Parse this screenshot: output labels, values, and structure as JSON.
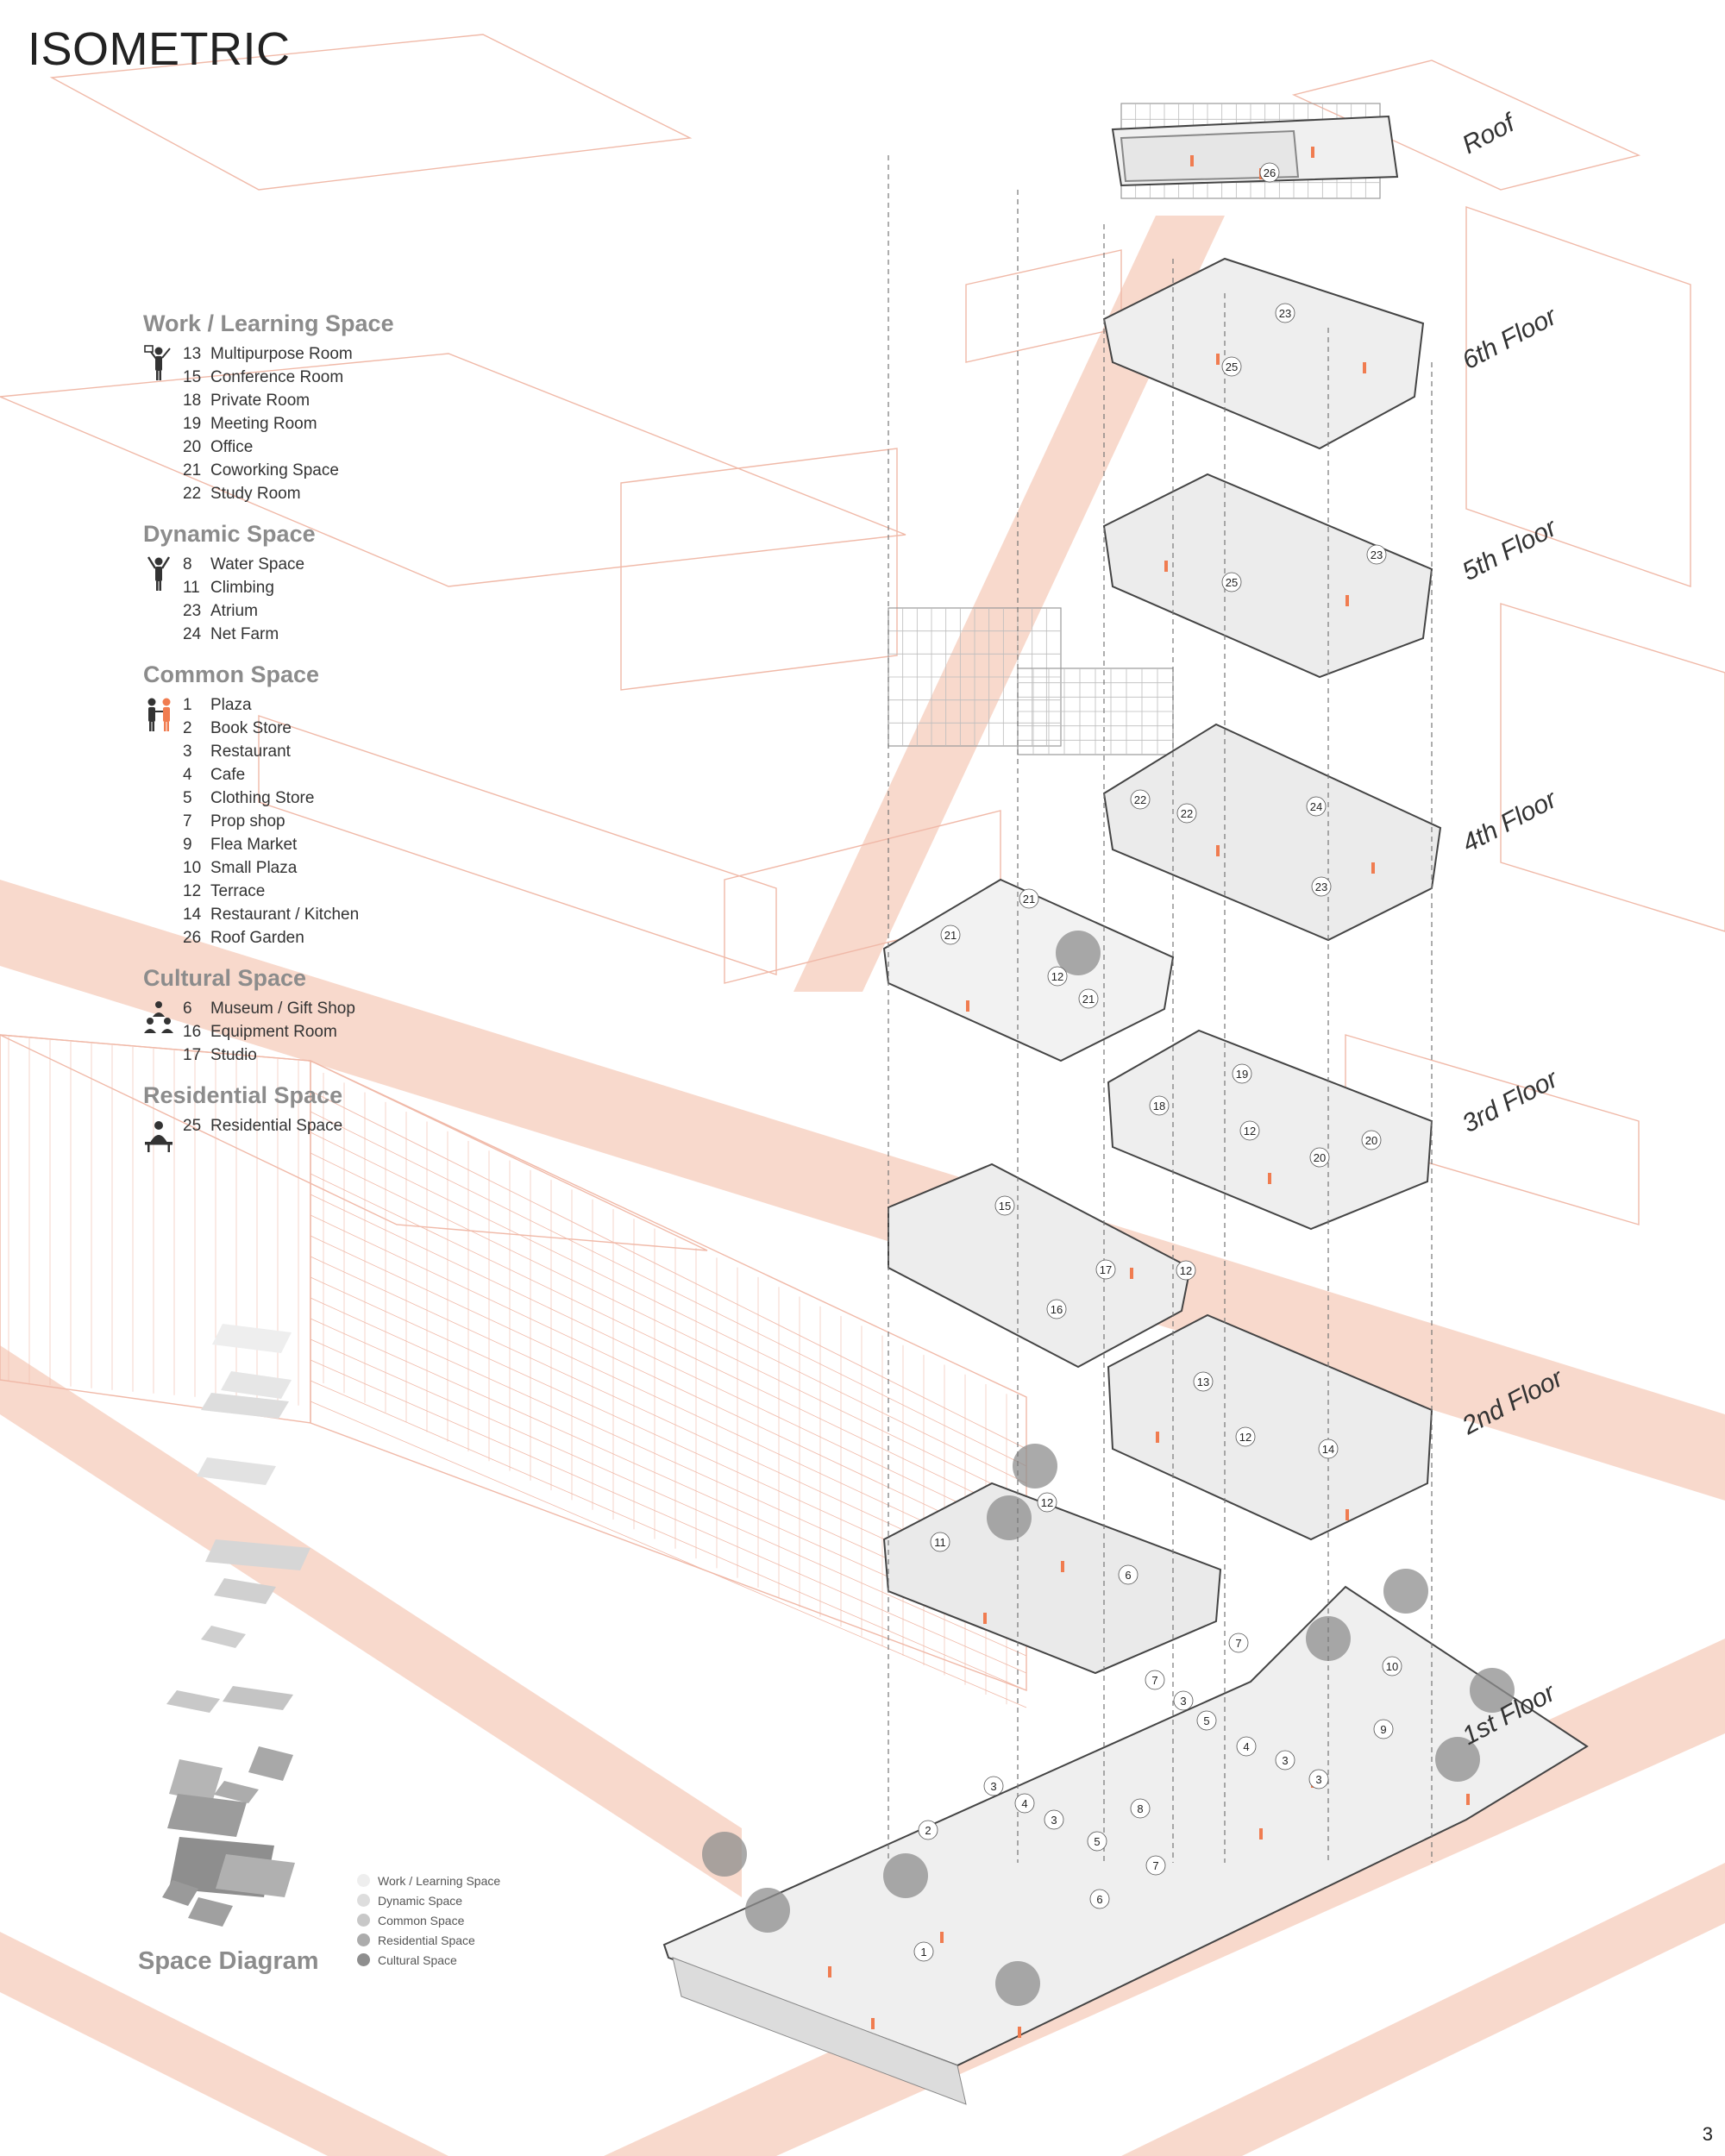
{
  "title": "ISOMETRIC",
  "page_number": "3",
  "colors": {
    "context_line": "#f0b9a8",
    "context_road": "#f8d9cc",
    "person": "#f07c50",
    "line": "#444444",
    "legend_heading": "#8c8c8c",
    "tree": "#8e8e8e"
  },
  "legend": [
    {
      "heading": "Work / Learning Space",
      "icon": "person-presenting-icon",
      "items": [
        {
          "num": "13",
          "label": "Multipurpose Room"
        },
        {
          "num": "15",
          "label": "Conference Room"
        },
        {
          "num": "18",
          "label": "Private Room"
        },
        {
          "num": "19",
          "label": "Meeting Room"
        },
        {
          "num": "20",
          "label": "Office"
        },
        {
          "num": "21",
          "label": "Coworking Space"
        },
        {
          "num": "22",
          "label": "Study Room"
        }
      ]
    },
    {
      "heading": "Dynamic Space",
      "icon": "person-cheering-icon",
      "items": [
        {
          "num": "8",
          "label": "Water Space"
        },
        {
          "num": "11",
          "label": "Climbing"
        },
        {
          "num": "23",
          "label": "Atrium"
        },
        {
          "num": "24",
          "label": "Net Farm"
        }
      ]
    },
    {
      "heading": "Common Space",
      "icon": "two-people-icon",
      "items": [
        {
          "num": "1",
          "label": "Plaza"
        },
        {
          "num": "2",
          "label": "Book Store"
        },
        {
          "num": "3",
          "label": "Restaurant"
        },
        {
          "num": "4",
          "label": "Cafe"
        },
        {
          "num": "5",
          "label": "Clothing Store"
        },
        {
          "num": "7",
          "label": "Prop shop"
        },
        {
          "num": "9",
          "label": "Flea  Market"
        },
        {
          "num": "10",
          "label": "Small Plaza"
        },
        {
          "num": "12",
          "label": "Terrace"
        },
        {
          "num": "14",
          "label": "Restaurant / Kitchen"
        },
        {
          "num": "26",
          "label": "Roof Garden"
        }
      ]
    },
    {
      "heading": "Cultural Space",
      "icon": "group-audience-icon",
      "items": [
        {
          "num": "6",
          "label": "Museum / Gift Shop"
        },
        {
          "num": "16",
          "label": "Equipment Room"
        },
        {
          "num": "17",
          "label": "Studio"
        }
      ]
    },
    {
      "heading": "Residential Space",
      "icon": "person-at-desk-icon",
      "items": [
        {
          "num": "25",
          "label": "Residential Space"
        }
      ]
    }
  ],
  "floors": [
    "Roof",
    "6th Floor",
    "5th Floor",
    "4th Floor",
    "3rd Floor",
    "2nd Floor",
    "1st Floor"
  ],
  "space_diagram": {
    "title": "Space Diagram",
    "legend": [
      {
        "label": "Work / Learning Space",
        "color": "#eeeeee"
      },
      {
        "label": "Dynamic Space",
        "color": "#dddddd"
      },
      {
        "label": "Common Space",
        "color": "#c8c8c8"
      },
      {
        "label": "Residential Space",
        "color": "#acacac"
      },
      {
        "label": "Cultural Space",
        "color": "#8e8e8e"
      }
    ]
  }
}
